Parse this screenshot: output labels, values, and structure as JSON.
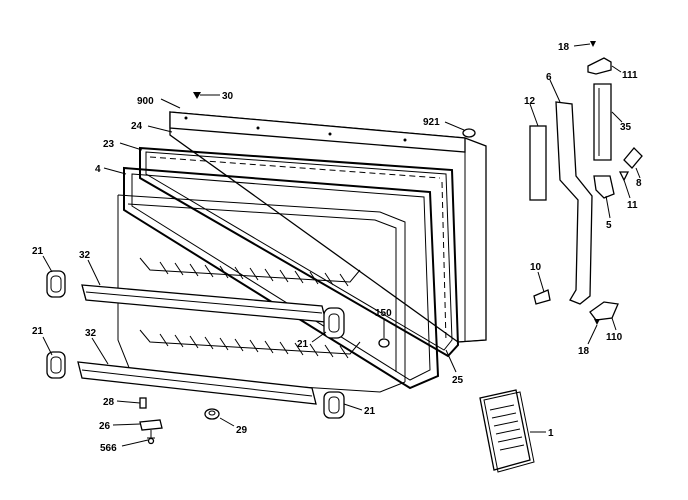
{
  "callouts": {
    "c18_top": "18",
    "c111": "111",
    "c6": "6",
    "c12": "12",
    "c35": "35",
    "c8": "8",
    "c11": "11",
    "c5": "5",
    "c10": "10",
    "c110": "110",
    "c18_bottom": "18",
    "c900": "900",
    "c30": "30",
    "c921": "921",
    "c24": "24",
    "c23": "23",
    "c4": "4",
    "c21_a": "21",
    "c32_a": "32",
    "c21_b": "21",
    "c32_b": "32",
    "c150": "150",
    "c21_c": "21",
    "c25": "25",
    "c28": "28",
    "c26": "26",
    "c566": "566",
    "c29": "29",
    "c21_d": "21",
    "c1": "1"
  }
}
